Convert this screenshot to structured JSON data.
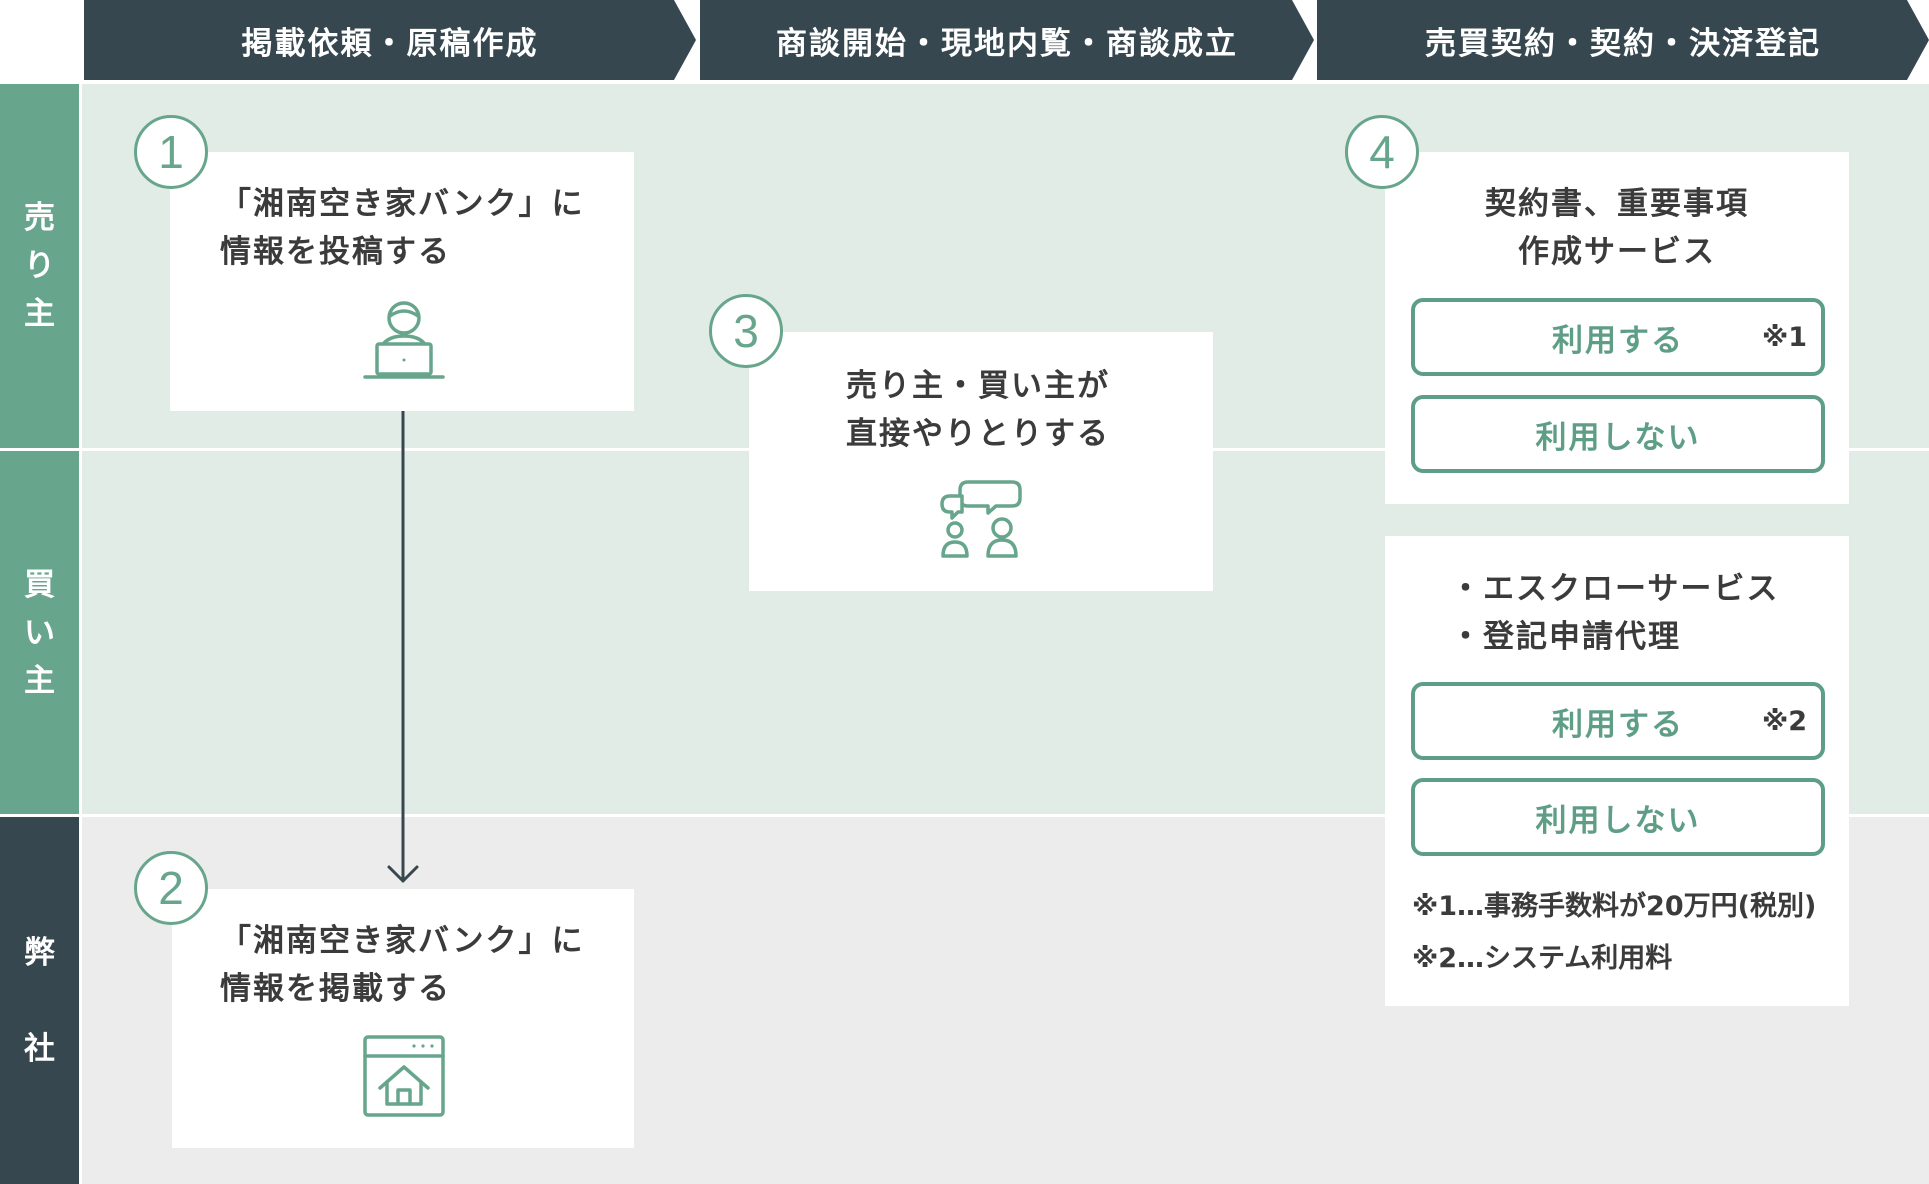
{
  "phases": [
    {
      "label": "掲載依頼・原稿作成"
    },
    {
      "label": "商談開始・現地内覧・商談成立"
    },
    {
      "label": "売買契約・契約・決済登記"
    }
  ],
  "lanes": {
    "seller": {
      "chars": [
        "売",
        "り",
        "主"
      ]
    },
    "buyer": {
      "chars": [
        "買",
        "い",
        "主"
      ]
    },
    "company": {
      "chars": [
        "弊",
        "社"
      ]
    }
  },
  "colors": {
    "header_bg": "#37474f",
    "seller_label_bg": "#67a58c",
    "buyer_label_bg": "#67a58c",
    "company_label_bg": "#37474f",
    "lane_green_bg": "#e2ece7",
    "lane_gray_bg": "#ececec",
    "accent": "#5f9e86"
  },
  "steps": {
    "step1": {
      "number": "1",
      "line1": "「湘南空き家バンク」に",
      "line2": "情報を投稿する",
      "icon": "person-laptop-icon"
    },
    "step2": {
      "number": "2",
      "line1": "「湘南空き家バンク」に",
      "line2": "情報を掲載する",
      "icon": "web-house-icon"
    },
    "step3": {
      "number": "3",
      "line1": "売り主・買い主が",
      "line2": "直接やりとりする",
      "icon": "chat-people-icon"
    },
    "step4": {
      "number": "4",
      "contract_title_line1": "契約書、重要事項",
      "contract_title_line2": "作成サービス",
      "contract_use": "利用する",
      "contract_use_note": "※1",
      "contract_no_use": "利用しない",
      "escrow_line1": "・エスクローサービス",
      "escrow_line2": "・登記申請代理",
      "escrow_use": "利用する",
      "escrow_use_note": "※2",
      "escrow_no_use": "利用しない",
      "note1": "※1…事務手数料が20万円(税別)",
      "note2": "※2…システム利用料"
    }
  }
}
